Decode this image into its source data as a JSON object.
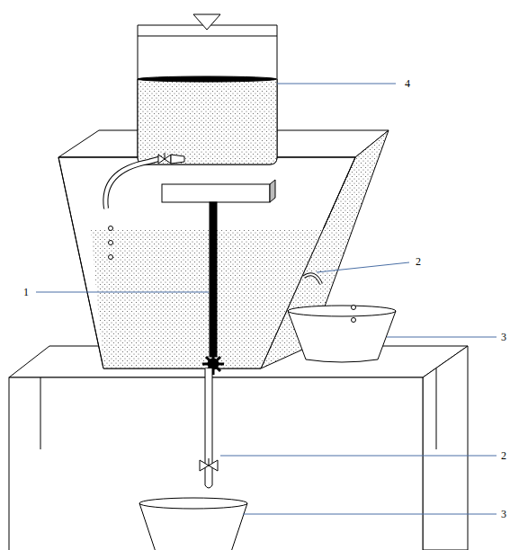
{
  "diagram": {
    "labels": [
      "4",
      "2",
      "1",
      "3",
      "2",
      "3"
    ]
  }
}
